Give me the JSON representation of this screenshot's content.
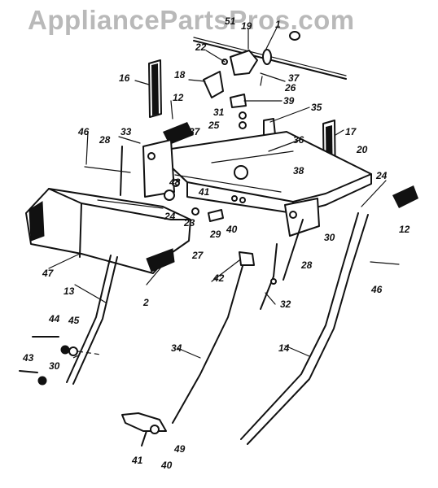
{
  "watermark": "AppliancePartsPros.com",
  "callouts": [
    {
      "key": "c1",
      "label": "1"
    },
    {
      "key": "c2",
      "label": "2"
    },
    {
      "key": "c12a",
      "label": "12"
    },
    {
      "key": "c12b",
      "label": "12"
    },
    {
      "key": "c13",
      "label": "13"
    },
    {
      "key": "c14",
      "label": "14"
    },
    {
      "key": "c16",
      "label": "16"
    },
    {
      "key": "c17",
      "label": "17"
    },
    {
      "key": "c18",
      "label": "18"
    },
    {
      "key": "c19",
      "label": "19"
    },
    {
      "key": "c20",
      "label": "20"
    },
    {
      "key": "c22",
      "label": "22"
    },
    {
      "key": "c23",
      "label": "23"
    },
    {
      "key": "c24a",
      "label": "24"
    },
    {
      "key": "c24b",
      "label": "24"
    },
    {
      "key": "c25",
      "label": "25"
    },
    {
      "key": "c26",
      "label": "26"
    },
    {
      "key": "c27",
      "label": "27"
    },
    {
      "key": "c28a",
      "label": "28"
    },
    {
      "key": "c28b",
      "label": "28"
    },
    {
      "key": "c29",
      "label": "29"
    },
    {
      "key": "c30a",
      "label": "30"
    },
    {
      "key": "c30b",
      "label": "30"
    },
    {
      "key": "c31",
      "label": "31"
    },
    {
      "key": "c32",
      "label": "32"
    },
    {
      "key": "c33",
      "label": "33"
    },
    {
      "key": "c34",
      "label": "34"
    },
    {
      "key": "c35",
      "label": "35"
    },
    {
      "key": "c36",
      "label": "36"
    },
    {
      "key": "c37a",
      "label": "37"
    },
    {
      "key": "c37b",
      "label": "37"
    },
    {
      "key": "c38",
      "label": "38"
    },
    {
      "key": "c39",
      "label": "39"
    },
    {
      "key": "c40a",
      "label": "40"
    },
    {
      "key": "c40b",
      "label": "40"
    },
    {
      "key": "c41a",
      "label": "41"
    },
    {
      "key": "c41b",
      "label": "41"
    },
    {
      "key": "c42",
      "label": "42"
    },
    {
      "key": "c43",
      "label": "43"
    },
    {
      "key": "c44",
      "label": "44"
    },
    {
      "key": "c45",
      "label": "45"
    },
    {
      "key": "c46a",
      "label": "46"
    },
    {
      "key": "c46b",
      "label": "46"
    },
    {
      "key": "c47",
      "label": "47"
    },
    {
      "key": "c48",
      "label": "48"
    },
    {
      "key": "c49",
      "label": "49"
    },
    {
      "key": "c51",
      "label": "51"
    }
  ]
}
